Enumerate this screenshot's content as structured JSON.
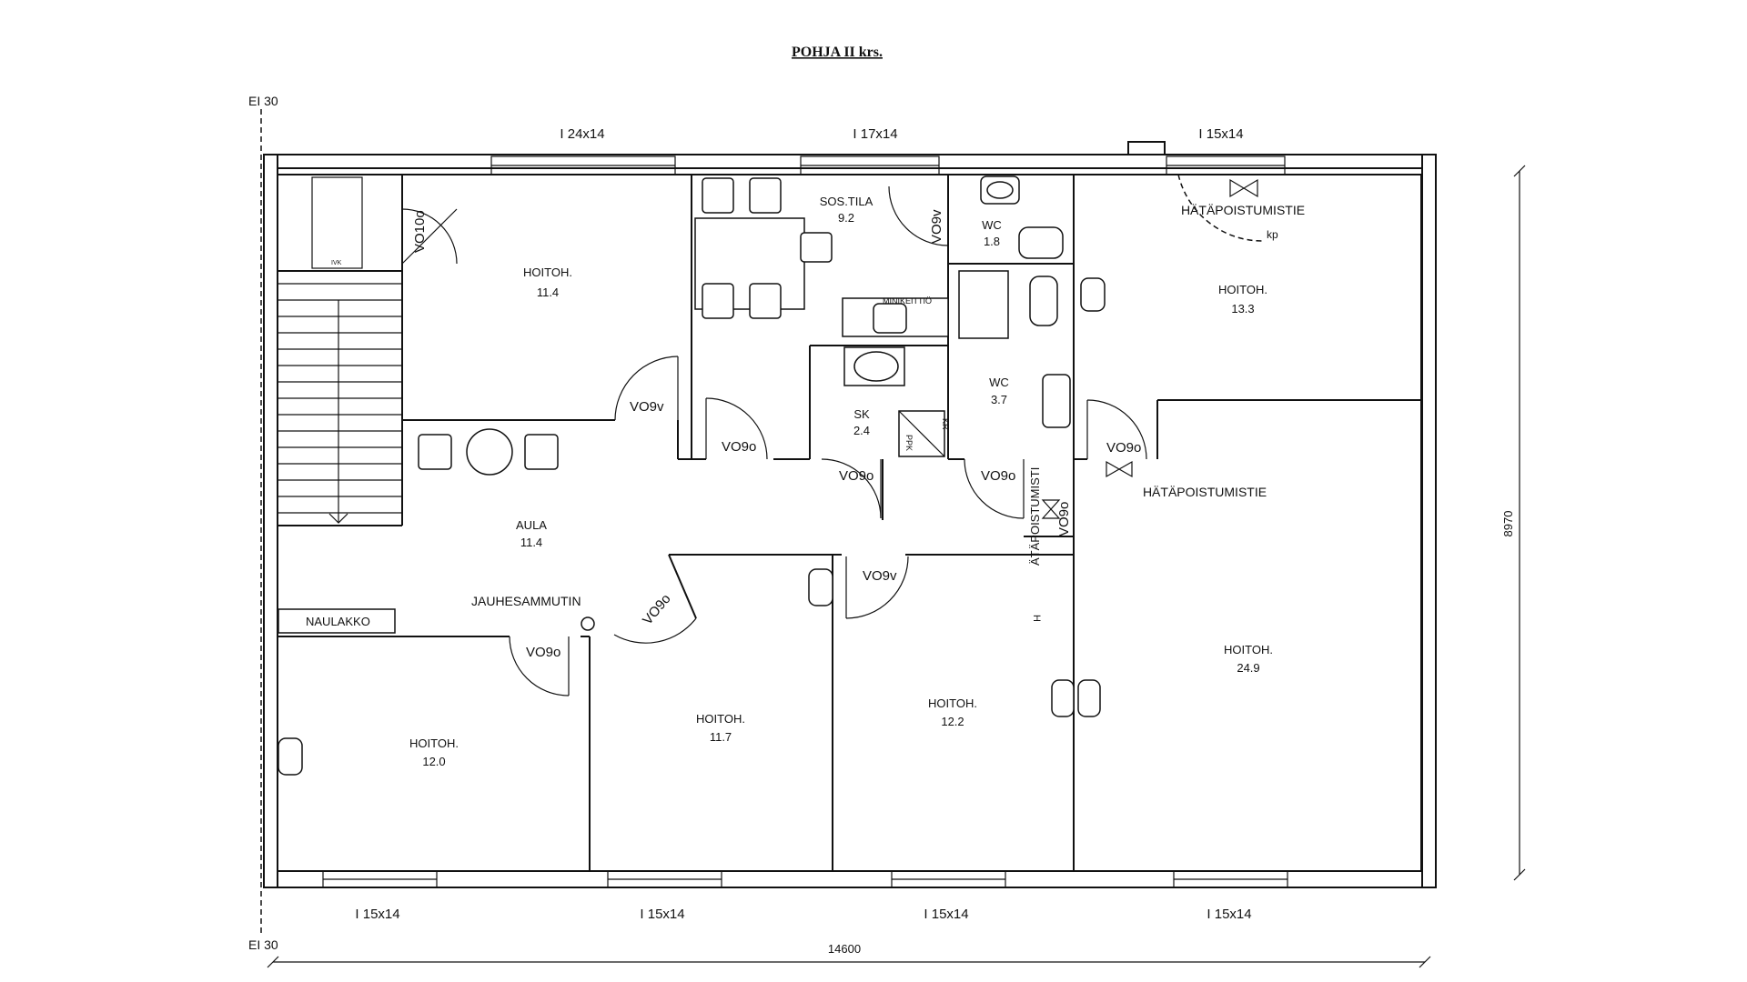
{
  "title": "POHJA II krs.",
  "fire_class": [
    "EI 30",
    "EI 30"
  ],
  "rooms": [
    {
      "name": "HOITOH.",
      "area": "11.4"
    },
    {
      "name": "SOS.TILA",
      "area": "9.2"
    },
    {
      "name": "WC",
      "area": "1.8"
    },
    {
      "name": "HOITOH.",
      "area": "13.3"
    },
    {
      "name": "WC",
      "area": "3.7"
    },
    {
      "name": "SK",
      "area": "2.4"
    },
    {
      "name": "AULA",
      "area": "11.4"
    },
    {
      "name": "HOITOH.",
      "area": "12.0"
    },
    {
      "name": "HOITOH.",
      "area": "11.7"
    },
    {
      "name": "HOITOH.",
      "area": "12.2"
    },
    {
      "name": "HOITOH.",
      "area": "24.9"
    }
  ],
  "doors": [
    "VO10o",
    "VO9v",
    "VO9v",
    "VO9o",
    "VO9o",
    "VO9o",
    "VO9o",
    "VO9o",
    "VO9o",
    "VO9v",
    "VO9o"
  ],
  "windows_top": [
    "I 24x14",
    "I 17x14",
    "I 15x14"
  ],
  "windows_bottom": [
    "I 15x14",
    "I 15x14",
    "I 15x14",
    "I 15x14"
  ],
  "labels": {
    "emergency_exit": "HÄTÄPOISTUMISTIE",
    "emergency_exit_vertical": "ÄTÄPOISTUMISTI",
    "kp": "kp",
    "minikeittio": "MINIKEITTIÖ",
    "ivk": "IVK",
    "kr": "KR",
    "ppk": "PPK",
    "naulakko": "NAULAKKO",
    "jauhesammutin": "JAUHESAMMUTIN",
    "h_mark": "H"
  },
  "dimensions": {
    "width": "14600",
    "height": "8970"
  }
}
